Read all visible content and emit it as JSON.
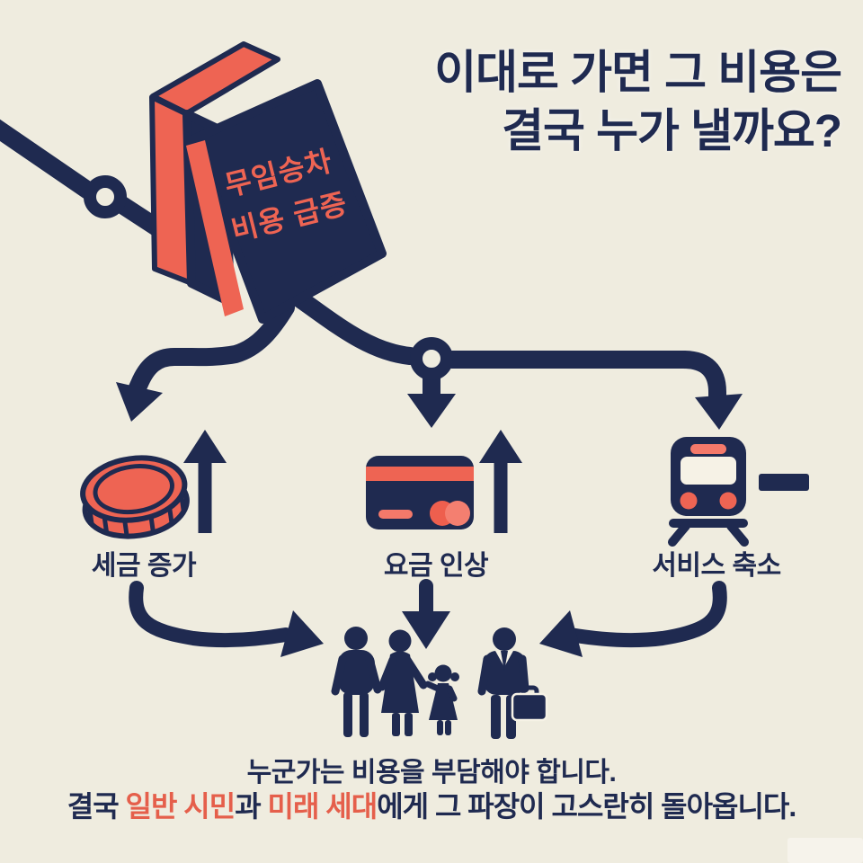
{
  "title": {
    "line1": "이대로 가면 그 비용은",
    "line2": "결국 누가 낼까요?"
  },
  "book": {
    "icon": "book-icon",
    "line1": "무임승차",
    "line2": "비용 급증"
  },
  "branches": [
    {
      "icon": "coin-icon",
      "trend_icon": "up-arrow-icon",
      "label": "세금 증가"
    },
    {
      "icon": "credit-card-icon",
      "trend_icon": "up-arrow-icon",
      "label": "요금 인상"
    },
    {
      "icon": "train-icon",
      "trend_icon": "minus-icon",
      "label": "서비스 축소"
    }
  ],
  "footer": {
    "line1": "누군가는 비용을 부담해야 합니다.",
    "line2_parts": [
      {
        "text": "결국 ",
        "highlight": false
      },
      {
        "text": "일반 시민",
        "highlight": true
      },
      {
        "text": "과 ",
        "highlight": false
      },
      {
        "text": "미래 세대",
        "highlight": true
      },
      {
        "text": "에게 그 파장이 고스란히 돌아옵니다.",
        "highlight": false
      }
    ]
  },
  "colors": {
    "background": "#efecdf",
    "navy": "#1f2a50",
    "coral": "#ee6453",
    "coral_light": "#f4796a",
    "coral_text": "#e55f4b",
    "cream_light": "#f6f2e6"
  }
}
